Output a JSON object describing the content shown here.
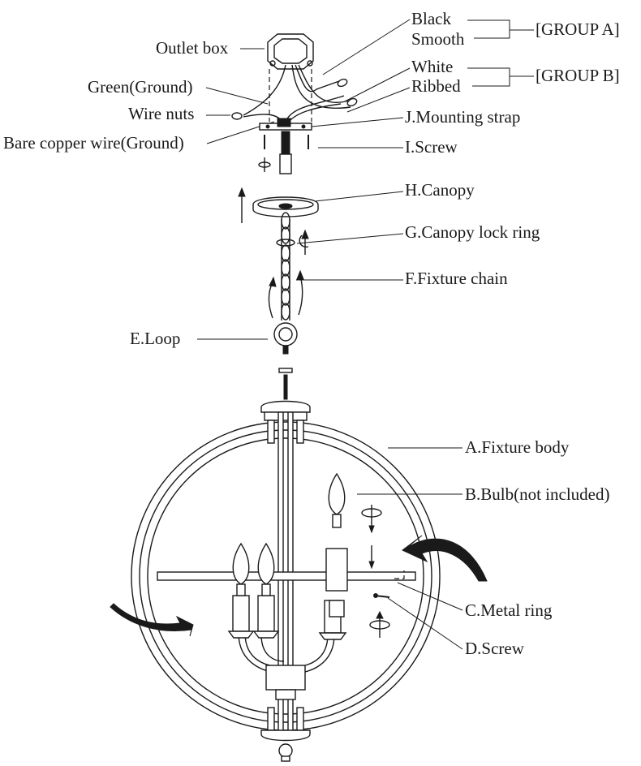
{
  "labels": {
    "black": "Black",
    "smooth": "Smooth",
    "group_a": "[GROUP A]",
    "outlet_box": "Outlet box",
    "white": "White",
    "ribbed": "Ribbed",
    "group_b": "[GROUP B]",
    "green_ground": "Green(Ground)",
    "wire_nuts": "Wire nuts",
    "mounting_strap": "J.Mounting strap",
    "bare_copper": "Bare copper wire(Ground)",
    "screw_i": "I.Screw",
    "canopy": "H.Canopy",
    "canopy_lock_ring": "G.Canopy lock ring",
    "fixture_chain": "F.Fixture chain",
    "loop": "E.Loop",
    "fixture_body": "A.Fixture body",
    "bulb": "B.Bulb(not included)",
    "metal_ring": "C.Metal ring",
    "screw_d": "D.Screw"
  }
}
